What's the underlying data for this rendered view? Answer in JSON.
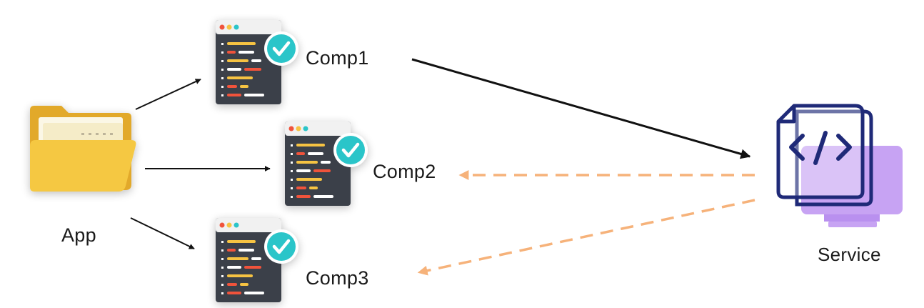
{
  "nodes": {
    "app": {
      "label": "App",
      "icon": "folder-icon"
    },
    "comp1": {
      "label": "Comp1",
      "icon": "code-window-check-icon"
    },
    "comp2": {
      "label": "Comp2",
      "icon": "code-window-check-icon"
    },
    "comp3": {
      "label": "Comp3",
      "icon": "code-window-check-icon"
    },
    "service": {
      "label": "Service",
      "icon": "code-file-monitor-icon"
    }
  },
  "edges": [
    {
      "from": "app",
      "to": "comp1",
      "style": "solid"
    },
    {
      "from": "app",
      "to": "comp2",
      "style": "solid"
    },
    {
      "from": "app",
      "to": "comp3",
      "style": "solid"
    },
    {
      "from": "comp1",
      "to": "service",
      "style": "solid"
    },
    {
      "from": "service",
      "to": "comp2",
      "style": "dashed"
    },
    {
      "from": "service",
      "to": "comp3",
      "style": "dashed"
    }
  ],
  "colors": {
    "dashed_arrow": "#f6b27a",
    "solid_arrow": "#111111",
    "check_badge": "#2cc5c9",
    "window_body": "#3a3f48",
    "folder": "#f3c44a",
    "service_outline": "#1f2a78",
    "monitor": "#c7a3f3"
  }
}
